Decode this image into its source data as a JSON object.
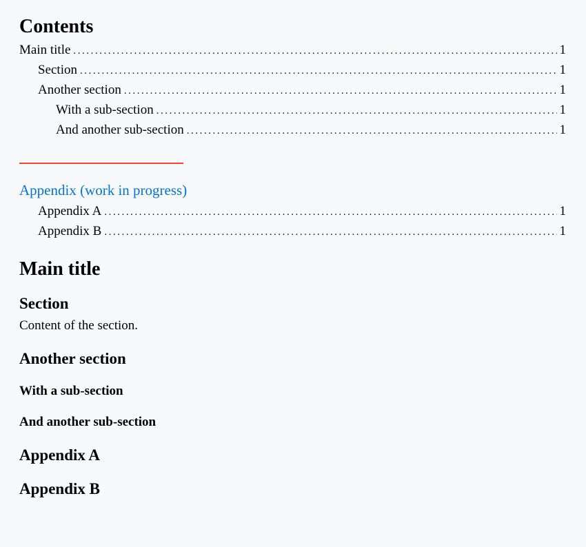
{
  "outline": {
    "title": "Contents",
    "entries": [
      {
        "label": "Main title",
        "level": 1,
        "page": "1"
      },
      {
        "label": "Section",
        "level": 2,
        "page": "1"
      },
      {
        "label": "Another section",
        "level": 2,
        "page": "1"
      },
      {
        "label": "With a sub-section",
        "level": 3,
        "page": "1"
      },
      {
        "label": "And another sub-section",
        "level": 3,
        "page": "1"
      }
    ]
  },
  "divider": {
    "color": "#ff4136"
  },
  "appendix_outline": {
    "title": "Appendix (work in progress)",
    "title_color": "#0074d9",
    "entries": [
      {
        "label": "Appendix A",
        "level": 2,
        "page": "1"
      },
      {
        "label": "Appendix B",
        "level": 2,
        "page": "1"
      }
    ]
  },
  "body": {
    "main_title": "Main title",
    "section_heading": "Section",
    "section_content": "Content of the section.",
    "another_section_heading": "Another section",
    "subsection_1": "With a sub-section",
    "subsection_2": "And another sub-section",
    "appendix_a": "Appendix A",
    "appendix_b": "Appendix B"
  }
}
